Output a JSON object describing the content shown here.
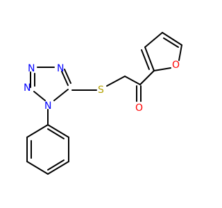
{
  "atoms": {
    "n1": {
      "label": "N",
      "color": "#0000ff"
    },
    "n2": {
      "label": "N",
      "color": "#0000ff"
    },
    "n3": {
      "label": "N",
      "color": "#0000ff"
    },
    "n4": {
      "label": "N",
      "color": "#0000ff"
    },
    "s": {
      "label": "S",
      "color": "#b2a100"
    },
    "o_ketone": {
      "label": "O",
      "color": "#ff0000"
    },
    "o_furan": {
      "label": "O",
      "color": "#ff0000"
    }
  },
  "bond_color": "#000000"
}
